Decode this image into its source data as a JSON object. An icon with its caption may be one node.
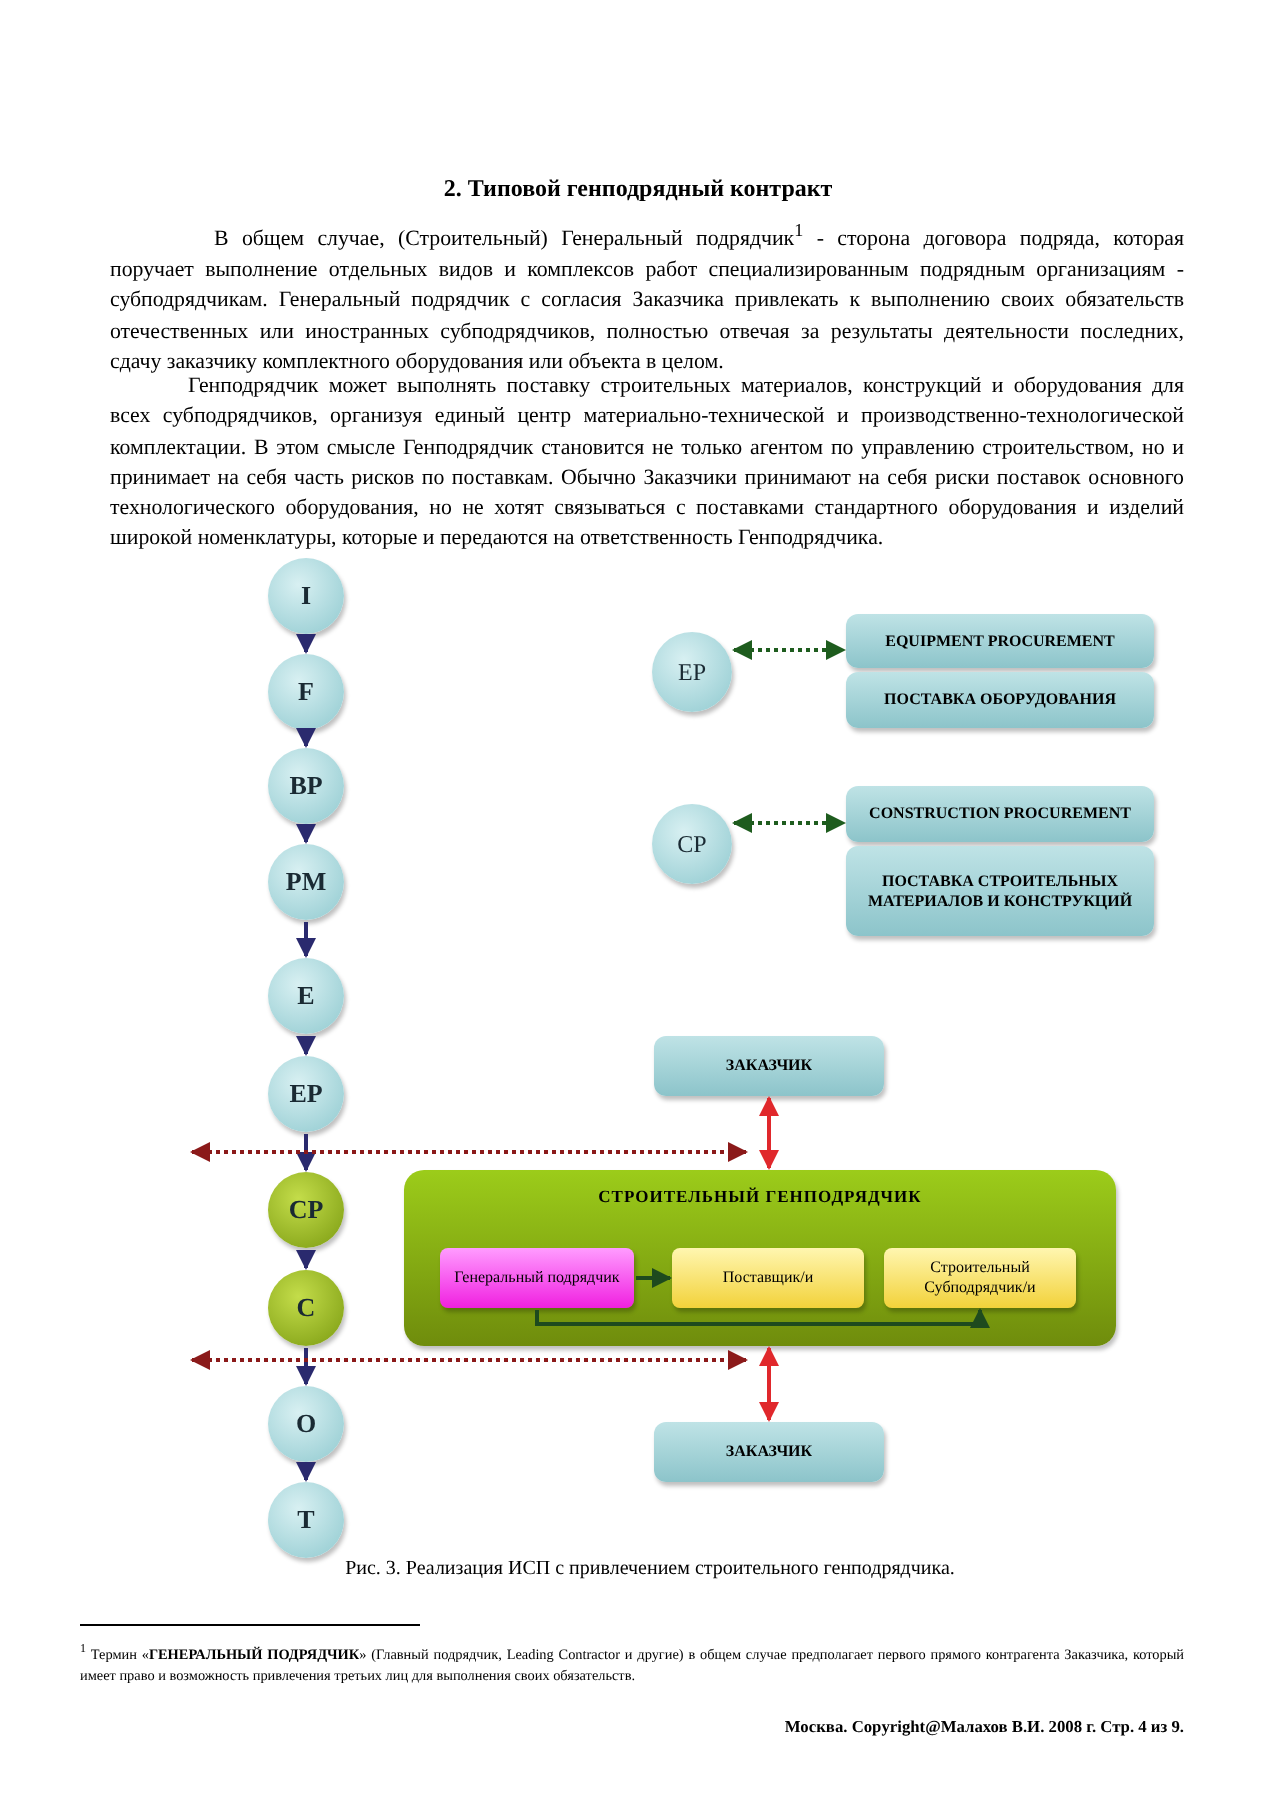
{
  "diagram": {
    "title": "2. Типовой генподрядный контракт",
    "caption": "Рис. 3. Реализация ИСП с привлечением строительного генподрядчика.",
    "nodes": [
      {
        "text": [
          "I"
        ]
      },
      {
        "text": [
          "F"
        ]
      },
      {
        "text": [
          "BP"
        ]
      },
      {
        "text": [
          "PM"
        ]
      },
      {
        "text": [
          "E"
        ]
      },
      {
        "text": [
          "EP"
        ]
      },
      {
        "text": [
          "CP"
        ]
      },
      {
        "text": [
          "C"
        ]
      },
      {
        "text": [
          "O"
        ]
      },
      {
        "text": [
          "T"
        ]
      },
      {
        "text": [
          "EP"
        ]
      },
      {
        "text": [
          "EQUIPMENT PROCUREMENT"
        ]
      },
      {
        "text": [
          "ПОСТАВКА ОБОРУДОВАНИЯ"
        ]
      },
      {
        "text": [
          "CP"
        ]
      },
      {
        "text": [
          "CONSTRUCTION PROCUREMENT"
        ]
      },
      {
        "text": [
          "ПОСТАВКА СТРОИТЕЛЬНЫХ МАТЕРИАЛОВ И КОНСТРУКЦИЙ"
        ]
      },
      {
        "text": [
          "ЗАКАЗЧИК"
        ]
      },
      {
        "text": [
          "СТРОИТЕЛЬНЫЙ ГЕНПОДРЯДЧИК"
        ]
      },
      {
        "text": [
          "Генеральный подрядчик"
        ],
        "in": 17
      },
      {
        "text": [
          "Поставщик/и"
        ],
        "in": 17
      },
      {
        "text": [
          "Строительный Субподрядчик/и"
        ],
        "in": 17
      },
      {
        "text": [
          "ЗАКАЗЧИК"
        ]
      }
    ],
    "edges": [
      {
        "from": 0,
        "to": 1,
        "arrow": "to"
      },
      {
        "from": 1,
        "to": 2,
        "arrow": "to"
      },
      {
        "from": 2,
        "to": 3,
        "arrow": "to"
      },
      {
        "from": 3,
        "to": 4,
        "arrow": "to"
      },
      {
        "from": 4,
        "to": 5,
        "arrow": "to"
      },
      {
        "from": 5,
        "to": 6,
        "arrow": "to"
      },
      {
        "from": 6,
        "to": 7,
        "arrow": "to"
      },
      {
        "from": 7,
        "to": 8,
        "arrow": "to"
      },
      {
        "from": 8,
        "to": 9,
        "arrow": "to"
      },
      {
        "from": 10,
        "to": 11,
        "arrow": "both",
        "style": "dashed",
        "color": "#1e5c1e"
      },
      {
        "from": 13,
        "to": 14,
        "arrow": "both",
        "style": "dashed",
        "color": "#1e5c1e"
      },
      {
        "from": 16,
        "to": 17,
        "arrow": "both",
        "color": "#e0282c"
      },
      {
        "from": 17,
        "to": 21,
        "arrow": "both",
        "color": "#e0282c"
      },
      {
        "from": 18,
        "to": 19,
        "arrow": "to",
        "color": "#1e4a1e"
      },
      {
        "from": 18,
        "to": 20,
        "arrow": "to",
        "color": "#1e4a1e"
      }
    ],
    "labels": [
      "В общем случае, (Строительный) Генеральный подрядчик$^{1}$ - сторона договора подряда, которая поручает выполнение отдельных видов и комплексов работ специализированным подрядным организациям - субподрядчикам. Генеральный подрядчик с согласия Заказчика привлекать к выполнению своих обязательств отечественных или иностранных субподрядчиков, полностью отвечая за результаты деятельности последних, сдачу заказчику комплектного оборудования или объекта в целом.",
      "Генподрядчик может выполнять поставку строительных материалов, конструкций и оборудования для всех субподрядчиков, организуя единый центр материально-технической и производственно-технологической комплектации. В этом смысле Генподрядчик становится не только агентом по управлению строительством, но и принимает на себя часть рисков по поставкам. Обычно Заказчики принимают на себя риски поставок основного технологического оборудования, но не хотят связываться с поставками стандартного оборудования и изделий широкой номенклатуры, которые и передаются на ответственность Генподрядчика.",
      "$^{1}$ Термин «**ГЕНЕРАЛЬНЫЙ ПОДРЯДЧИК**» (Главный подрядчик, Leading Contractor и другие) в общем случае предполагает первого прямого контрагента Заказчика, который имеет право и возможность привлечения третьих лиц для выполнения своих обязательств.",
      "Москва. Copyright@Малахов В.И. 2008 г. Стр. 4 из 9."
    ]
  }
}
